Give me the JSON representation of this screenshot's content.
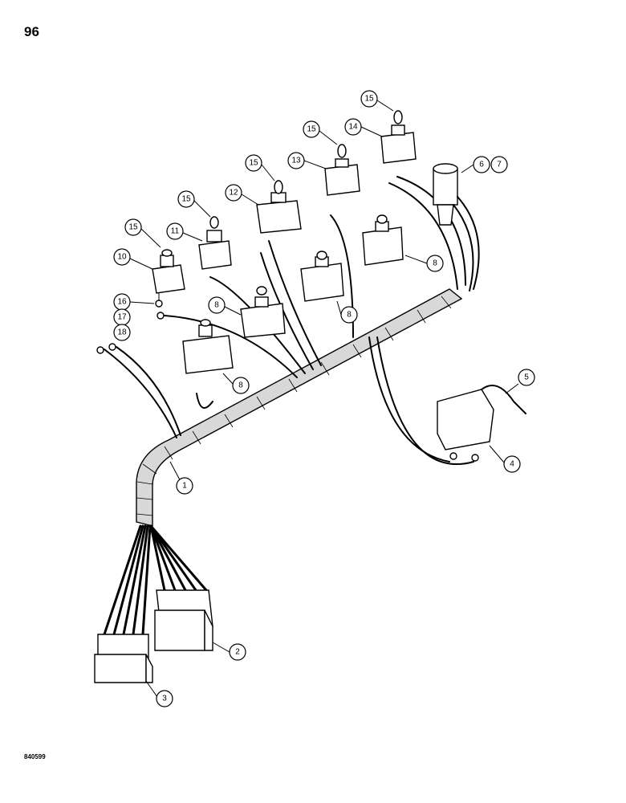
{
  "page": {
    "number": "96",
    "figure_code": "840599"
  },
  "callouts": [
    {
      "label": "1"
    },
    {
      "label": "2"
    },
    {
      "label": "3"
    },
    {
      "label": "4"
    },
    {
      "label": "5"
    },
    {
      "label": "6"
    },
    {
      "label": "7"
    },
    {
      "label": "8"
    },
    {
      "label": "8"
    },
    {
      "label": "8"
    },
    {
      "label": "8"
    },
    {
      "label": "10"
    },
    {
      "label": "11"
    },
    {
      "label": "12"
    },
    {
      "label": "13"
    },
    {
      "label": "14"
    },
    {
      "label": "15"
    },
    {
      "label": "15"
    },
    {
      "label": "15"
    },
    {
      "label": "15"
    },
    {
      "label": "15"
    },
    {
      "label": "16"
    },
    {
      "label": "17"
    },
    {
      "label": "18"
    }
  ]
}
